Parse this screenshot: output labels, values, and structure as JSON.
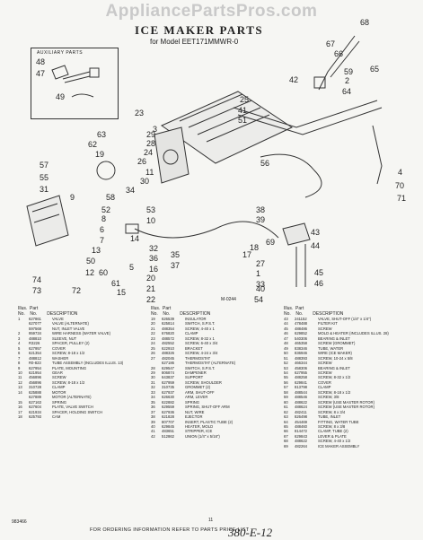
{
  "watermark": "AppliancePartsPros.com",
  "title": "ICE MAKER PARTS",
  "subtitle": "for Model EET171MMWR-0",
  "auxiliary_label": "AUXILIARY PARTS",
  "diagram_code": "M-0244",
  "callouts": [
    "48",
    "47",
    "49",
    "68",
    "67",
    "66",
    "65",
    "59",
    "2",
    "64",
    "42",
    "25",
    "23",
    "3",
    "41",
    "51",
    "29",
    "28",
    "24",
    "26",
    "56",
    "4",
    "63",
    "62",
    "19",
    "11",
    "30",
    "34",
    "58",
    "57",
    "55",
    "31",
    "9",
    "52",
    "8",
    "53",
    "10",
    "6",
    "7",
    "38",
    "39",
    "70",
    "71",
    "13",
    "50",
    "14",
    "69",
    "32",
    "36",
    "16",
    "5",
    "12",
    "60",
    "35",
    "37",
    "20",
    "22",
    "61",
    "21",
    "15",
    "27",
    "1",
    "33",
    "17",
    "18",
    "40",
    "54",
    "74",
    "73",
    "72",
    "43",
    "44",
    "45",
    "46"
  ],
  "columns": [
    {
      "header": [
        "Illus.  Part",
        "No.    No.        DESCRIPTION"
      ],
      "rows": [
        [
          "1",
          "627861",
          "VALVE"
        ],
        [
          "",
          "627077",
          "VALVE (ALTERNATE)"
        ],
        [
          "",
          "597568",
          "NUT, INLET VALVE"
        ],
        [
          "2",
          "959734",
          "WIRE HARNESS (WATER VALVE)"
        ],
        [
          "3",
          "488810",
          "SLEEVE, NUT"
        ],
        [
          "4",
          "R3226",
          "SPACER, PULLEY (2)"
        ],
        [
          "5",
          "627957",
          "COVER"
        ],
        [
          "6",
          "621354",
          "SCREW, 8-18 x 1/2"
        ],
        [
          "7",
          "488812",
          "WASHER"
        ],
        [
          "8",
          "R0-823",
          "TUBE ASSEMBLY (INCLUDES ILLUS. 13)"
        ],
        [
          "9",
          "627954",
          "PLATE, MOUNTING"
        ],
        [
          "10",
          "621954",
          "GEAR"
        ],
        [
          "11",
          "456896",
          "SCREW"
        ],
        [
          "12",
          "456896",
          "SCREW, 8-18 x 1/2"
        ],
        [
          "13",
          "310728",
          "CLAMP"
        ],
        [
          "14",
          "625888",
          "MOTOR"
        ],
        [
          "",
          "627889",
          "MOTOR (ALTERNATE)"
        ],
        [
          "15",
          "627163",
          "SPRING"
        ],
        [
          "16",
          "627604",
          "PLATE, VALVE SWITCH"
        ],
        [
          "17",
          "621934",
          "SPACER, HOLDING SWITCH"
        ],
        [
          "18",
          "625793",
          "CAM"
        ]
      ]
    },
    {
      "header": [
        "Illus.  Part",
        "No.    No.        DESCRIPTION"
      ],
      "rows": [
        [
          "19",
          "626539",
          "INSULATOR"
        ],
        [
          "20",
          "625814",
          "SWITCH, S.P.S.T."
        ],
        [
          "21",
          "488354",
          "SCREW, 4-40 x 1"
        ],
        [
          "22",
          "676820",
          "CLAMP"
        ],
        [
          "23",
          "488572",
          "SCREW, 8-32 x 1"
        ],
        [
          "24",
          "482552",
          "SCREW, 6-40 x 3/4"
        ],
        [
          "25",
          "622910",
          "BRACKET"
        ],
        [
          "26",
          "488326",
          "SCREW, 4-24 x 3/4"
        ],
        [
          "27",
          "482045",
          "THERMOSTAT"
        ],
        [
          "",
          "627186",
          "THERMOSTAT (ALTERNATE)"
        ],
        [
          "28",
          "629547",
          "SWITCH, S.P.S.T."
        ],
        [
          "29",
          "806874",
          "DAMPENER"
        ],
        [
          "30",
          "643837",
          "SUPPORT"
        ],
        [
          "31",
          "627959",
          "SCREW, SHOULDER"
        ],
        [
          "32",
          "310735",
          "GROMMET (2)"
        ],
        [
          "33",
          "627937",
          "ARM, SHUT-OFF"
        ],
        [
          "34",
          "626630",
          "ARM, LEVER"
        ],
        [
          "35",
          "622882",
          "SPRING"
        ],
        [
          "36",
          "629559",
          "SPRING, SHUT-OFF ARM"
        ],
        [
          "37",
          "627936",
          "NUT, WIRE"
        ],
        [
          "38",
          "621828",
          "EJECTOR"
        ],
        [
          "39",
          "807707",
          "INSERT, PLASTIC TUBE (2)"
        ],
        [
          "40",
          "629845",
          "HEATER, MOLD"
        ],
        [
          "41",
          "483651",
          "STRIPPER, ICE"
        ],
        [
          "42",
          "512862",
          "UNION (1/4\" x 5/16\")"
        ]
      ]
    },
    {
      "header": [
        "Illus.  Part",
        "No.    No.        DESCRIPTION"
      ],
      "rows": [
        [
          "43",
          "241152",
          "VALVE, SHUT-OFF (1/4\" x 1/4\")"
        ],
        [
          "44",
          "478488",
          "FILTER KIT"
        ],
        [
          "45",
          "488486",
          "SCREW"
        ],
        [
          "46",
          "629852",
          "MOLD & HEATER (INCLUDES ILLUS. 28)"
        ],
        [
          "47",
          "540306",
          "BEARING & INLET"
        ],
        [
          "48",
          "465358",
          "SCREW (GROMMET)"
        ],
        [
          "49",
          "838346",
          "TUBE, WATER"
        ],
        [
          "50",
          "836946",
          "WIRE (ICE MAKER)"
        ],
        [
          "51",
          "488393",
          "SCREW, 10-24 x 5/8"
        ],
        [
          "52",
          "466344",
          "SCREW"
        ],
        [
          "53",
          "458306",
          "BEARING & INLET"
        ],
        [
          "54",
          "627955",
          "SCREW"
        ],
        [
          "55",
          "488258",
          "SCREW, 8-32 x 1/2"
        ],
        [
          "56",
          "629841",
          "COVER"
        ],
        [
          "57",
          "813798",
          "CLAMP"
        ],
        [
          "58",
          "488544",
          "SCREW, 8-18 x 1/2"
        ],
        [
          "59",
          "488546",
          "SCREW, 3/8"
        ],
        [
          "60",
          "488622",
          "SCREW (USE MASTER ROTOR)"
        ],
        [
          "61",
          "488624",
          "SCREW (USE MASTER ROTOR)"
        ],
        [
          "62",
          "482411",
          "SCREW, 8 x 3/4"
        ],
        [
          "63",
          "826498",
          "TUBE, INLET"
        ],
        [
          "64",
          "454469",
          "FITTING, WATER TUBE"
        ],
        [
          "65",
          "488460",
          "SCREW, 8 x 3/8"
        ],
        [
          "66",
          "814472",
          "CLAMP, TUBE (2)"
        ],
        [
          "67",
          "629843",
          "LEVER & PLATE"
        ],
        [
          "68",
          "488622",
          "SCREW, 4-40 x 1/2"
        ],
        [
          "69",
          "482264",
          "ICE MAKER ASSEMBLY"
        ]
      ]
    }
  ],
  "footer": "FOR ORDERING INFORMATION REFER TO PARTS PRICE LIST",
  "corner_code": "983466",
  "page_number": "11",
  "handwritten": "380-E-12"
}
